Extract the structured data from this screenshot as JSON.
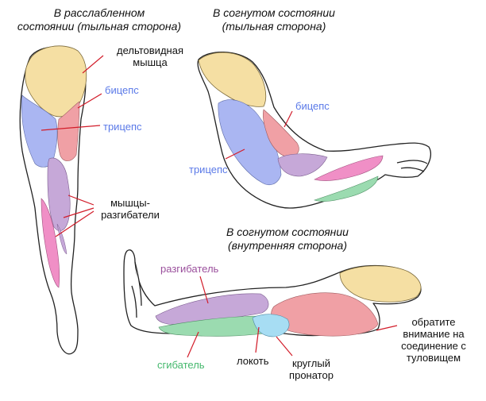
{
  "titles": {
    "relaxed": [
      "В расслабленном",
      "состоянии (тыльная сторона)"
    ],
    "bent_back": [
      "В согнутом состоянии",
      "(тыльная сторона)"
    ],
    "bent_inner": [
      "В согнутом состоянии",
      "(внутренняя сторона)"
    ]
  },
  "labels": {
    "deltoid": [
      "дельтовидная",
      "мышца"
    ],
    "biceps_1": "бицепс",
    "triceps_1": "трицепс",
    "extensors": [
      "мышцы-",
      "разгибатели"
    ],
    "biceps_2": "бицепс",
    "triceps_2": "трицепс",
    "extensor": "разгибатель",
    "flexor": "сгибатель",
    "elbow": "локоть",
    "pronator": [
      "круглый",
      "пронатор"
    ],
    "note": [
      "обратите",
      "внимание на",
      "соединение с",
      "туловищем"
    ]
  },
  "colors": {
    "deltoid": "#f5dfa3",
    "biceps": "#f0a0a5",
    "triceps": "#aab6f2",
    "extensors": "#c6a8d8",
    "flexors": "#f08fc6",
    "green_muscle": "#9bdbb0",
    "pronator": "#a7ddf3",
    "pointer": "#d21d2a",
    "label_blue": "#5a79e8",
    "label_green": "#45b86d",
    "label_purple": "#9a4f9c"
  }
}
